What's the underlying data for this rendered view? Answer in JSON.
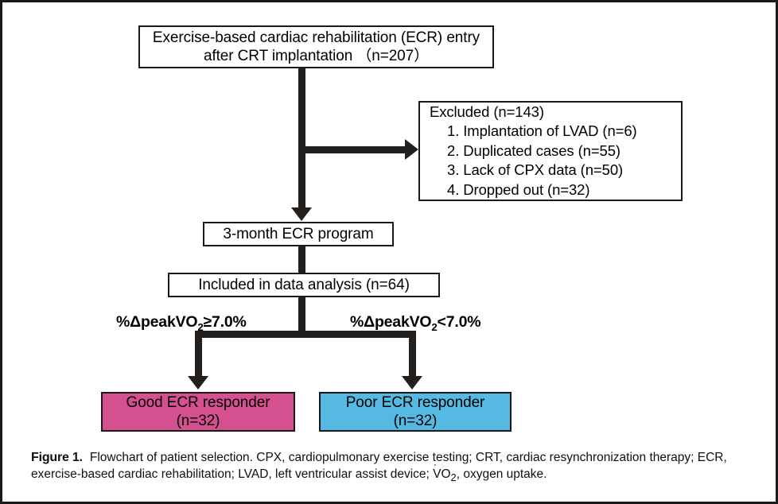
{
  "figure": {
    "label": "Figure 1.",
    "caption_part1": "Flowchart of patient selection. CPX, cardiopulmonary exercise testing; CRT, cardiac resynchronization therapy; ECR, exercise-based cardiac rehabilitation; LVAD, left ventricular assist device; ",
    "caption_vo2_v": "V",
    "caption_vo2_rest": "O",
    "caption_vo2_sub": "2",
    "caption_part2": ", oxygen uptake."
  },
  "chart_data": {
    "type": "diagram",
    "title": "Flowchart of patient selection",
    "nodes": [
      {
        "id": "entry",
        "lines": [
          "Exercise-based cardiac rehabilitation (ECR) entry",
          "after CRT implantation （n=207）"
        ],
        "n": 207,
        "fill": "#ffffff"
      },
      {
        "id": "excluded",
        "lines": [
          "Excluded (n=143)",
          "1. Implantation of LVAD (n=6)",
          "2. Duplicated cases (n=55)",
          "3. Lack of CPX data (n=50)",
          "4. Dropped out (n=32)"
        ],
        "n": 143,
        "fill": "#ffffff"
      },
      {
        "id": "program",
        "lines": [
          "3-month ECR program"
        ],
        "fill": "#ffffff"
      },
      {
        "id": "included",
        "lines": [
          "Included in data analysis (n=64)"
        ],
        "n": 64,
        "fill": "#ffffff"
      },
      {
        "id": "good",
        "lines": [
          "Good ECR responder",
          "(n=32)"
        ],
        "n": 32,
        "fill": "#D5508E"
      },
      {
        "id": "poor",
        "lines": [
          "Poor ECR responder",
          "(n=32)"
        ],
        "n": 32,
        "fill": "#56B9E2"
      }
    ],
    "edge_labels": [
      {
        "id": "good-branch",
        "prefix": "%ΔpeakVO",
        "sub": "2",
        "suffix": "≥7.0%"
      },
      {
        "id": "poor-branch",
        "prefix": "%ΔpeakVO",
        "sub": "2",
        "suffix": "<7.0%"
      }
    ],
    "colors": {
      "good_responder": "#D5508E",
      "poor_responder": "#56B9E2",
      "connector": "#231f1c",
      "border": "#1a1a1a"
    }
  }
}
